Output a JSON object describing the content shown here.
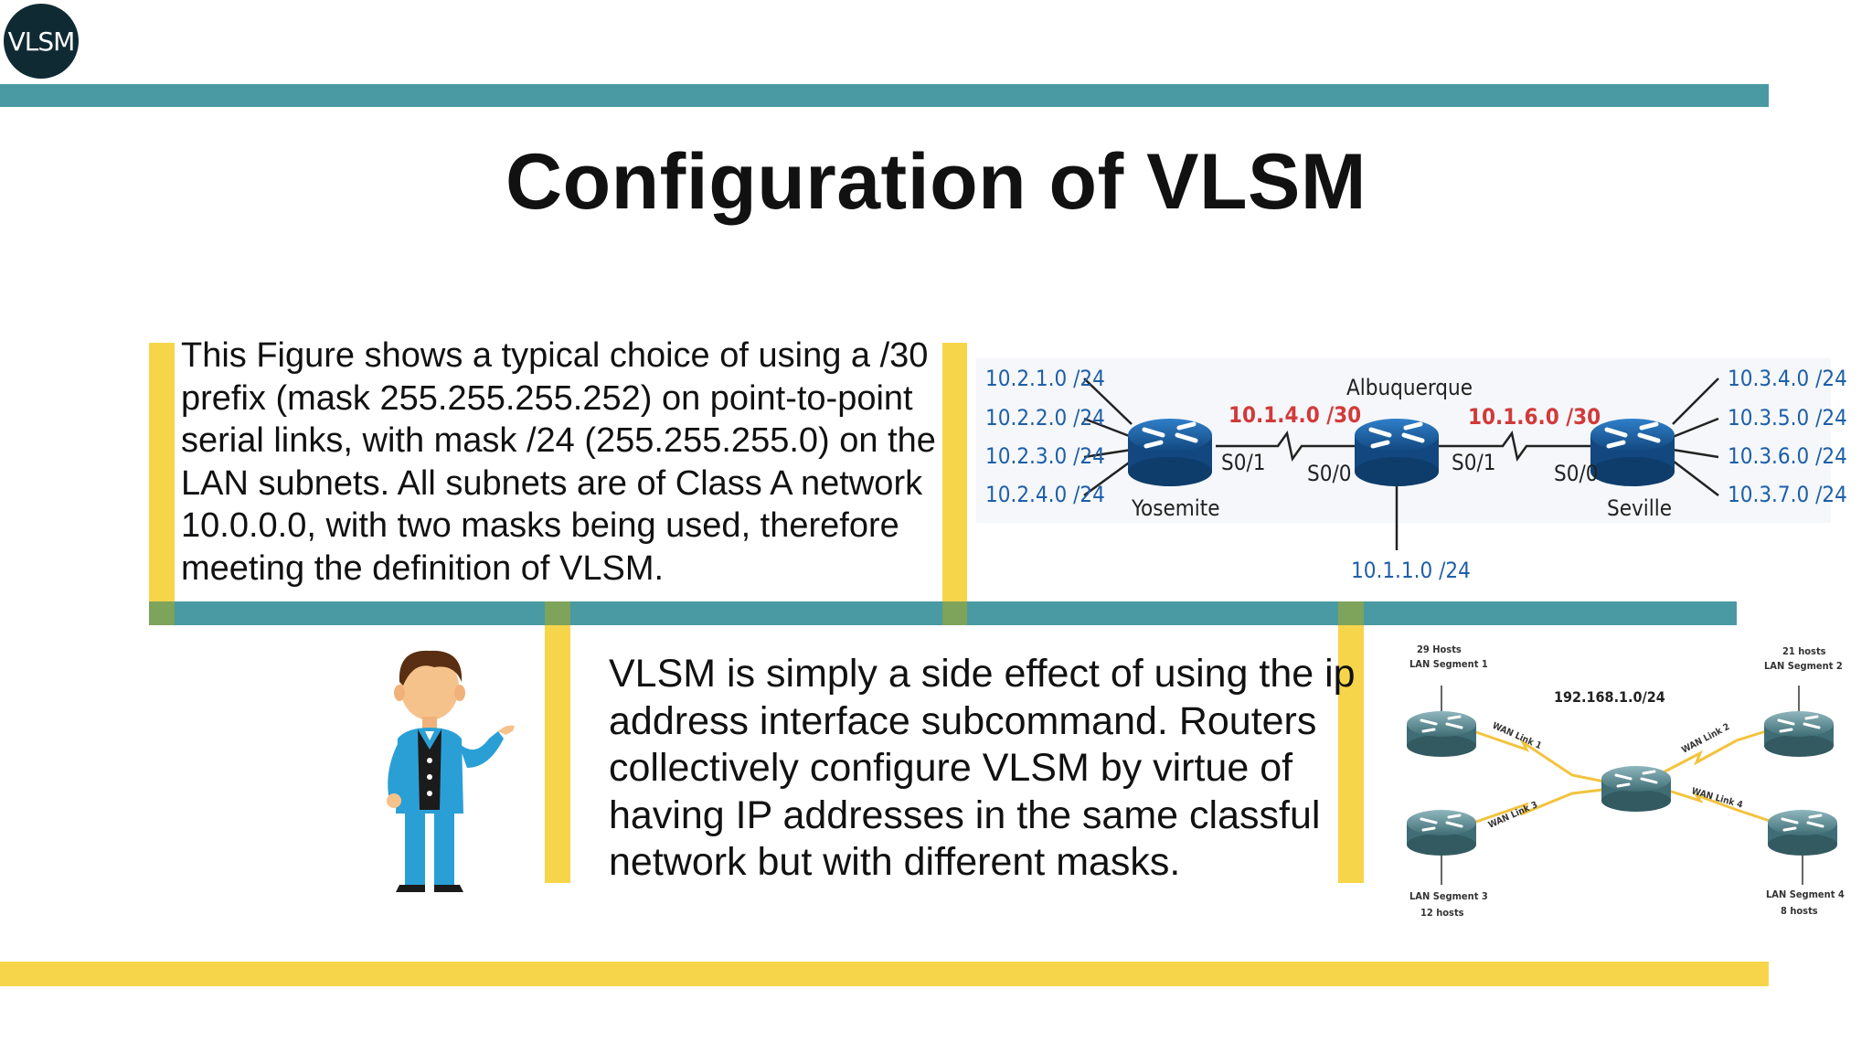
{
  "logo": {
    "label": "VLSM"
  },
  "slide": {
    "title": "Configuration of VLSM"
  },
  "text_block_1": {
    "body": "This Figure shows a typical choice of using a /30 prefix (mask 255.255.255.252) on point-to-point serial links, with mask /24 (255.255.255.0) on the LAN subnets. All subnets are of Class A network 10.0.0.0, with two masks being used, therefore meeting the definition of VLSM."
  },
  "text_block_2": {
    "body": "VLSM is simply a side effect of using the ip address interface subcommand. Routers collectively configure VLSM by virtue of having IP addresses in the same classful network but with different masks."
  },
  "diagram_1": {
    "routers": [
      {
        "name": "Yosemite"
      },
      {
        "name": "Albuquerque"
      },
      {
        "name": "Seville"
      }
    ],
    "left_lans": [
      "10.2.1.0 /24",
      "10.2.2.0 /24",
      "10.2.3.0 /24",
      "10.2.4.0 /24"
    ],
    "right_lans": [
      "10.3.4.0 /24",
      "10.3.5.0 /24",
      "10.3.6.0 /24",
      "10.3.7.0 /24"
    ],
    "wan_links": [
      "10.1.4.0 /30",
      "10.1.6.0 /30"
    ],
    "interfaces": [
      "S0/1",
      "S0/0",
      "S0/1",
      "S0/0"
    ],
    "bottom_lan": "10.1.1.0 /24"
  },
  "diagram_2": {
    "network": "192.168.1.0/24",
    "segments": [
      {
        "hosts": "29 Hosts",
        "name": "LAN Segment 1"
      },
      {
        "hosts": "21 hosts",
        "name": "LAN Segment 2"
      },
      {
        "name": "LAN Segment 3",
        "hosts": "12 hosts"
      },
      {
        "name": "LAN Segment 4",
        "hosts": "8 hosts"
      }
    ],
    "wan_links": [
      "WAN Link 1",
      "WAN Link 2",
      "WAN Link 3",
      "WAN Link 4"
    ]
  },
  "colors": {
    "teal": "#4a9aa3",
    "yellow": "#f7d54a",
    "wan_label_red": "#d23a3a",
    "diagram_blue": "#1e5fa8"
  },
  "icons": [
    "router-icon",
    "businessman-illustration"
  ]
}
